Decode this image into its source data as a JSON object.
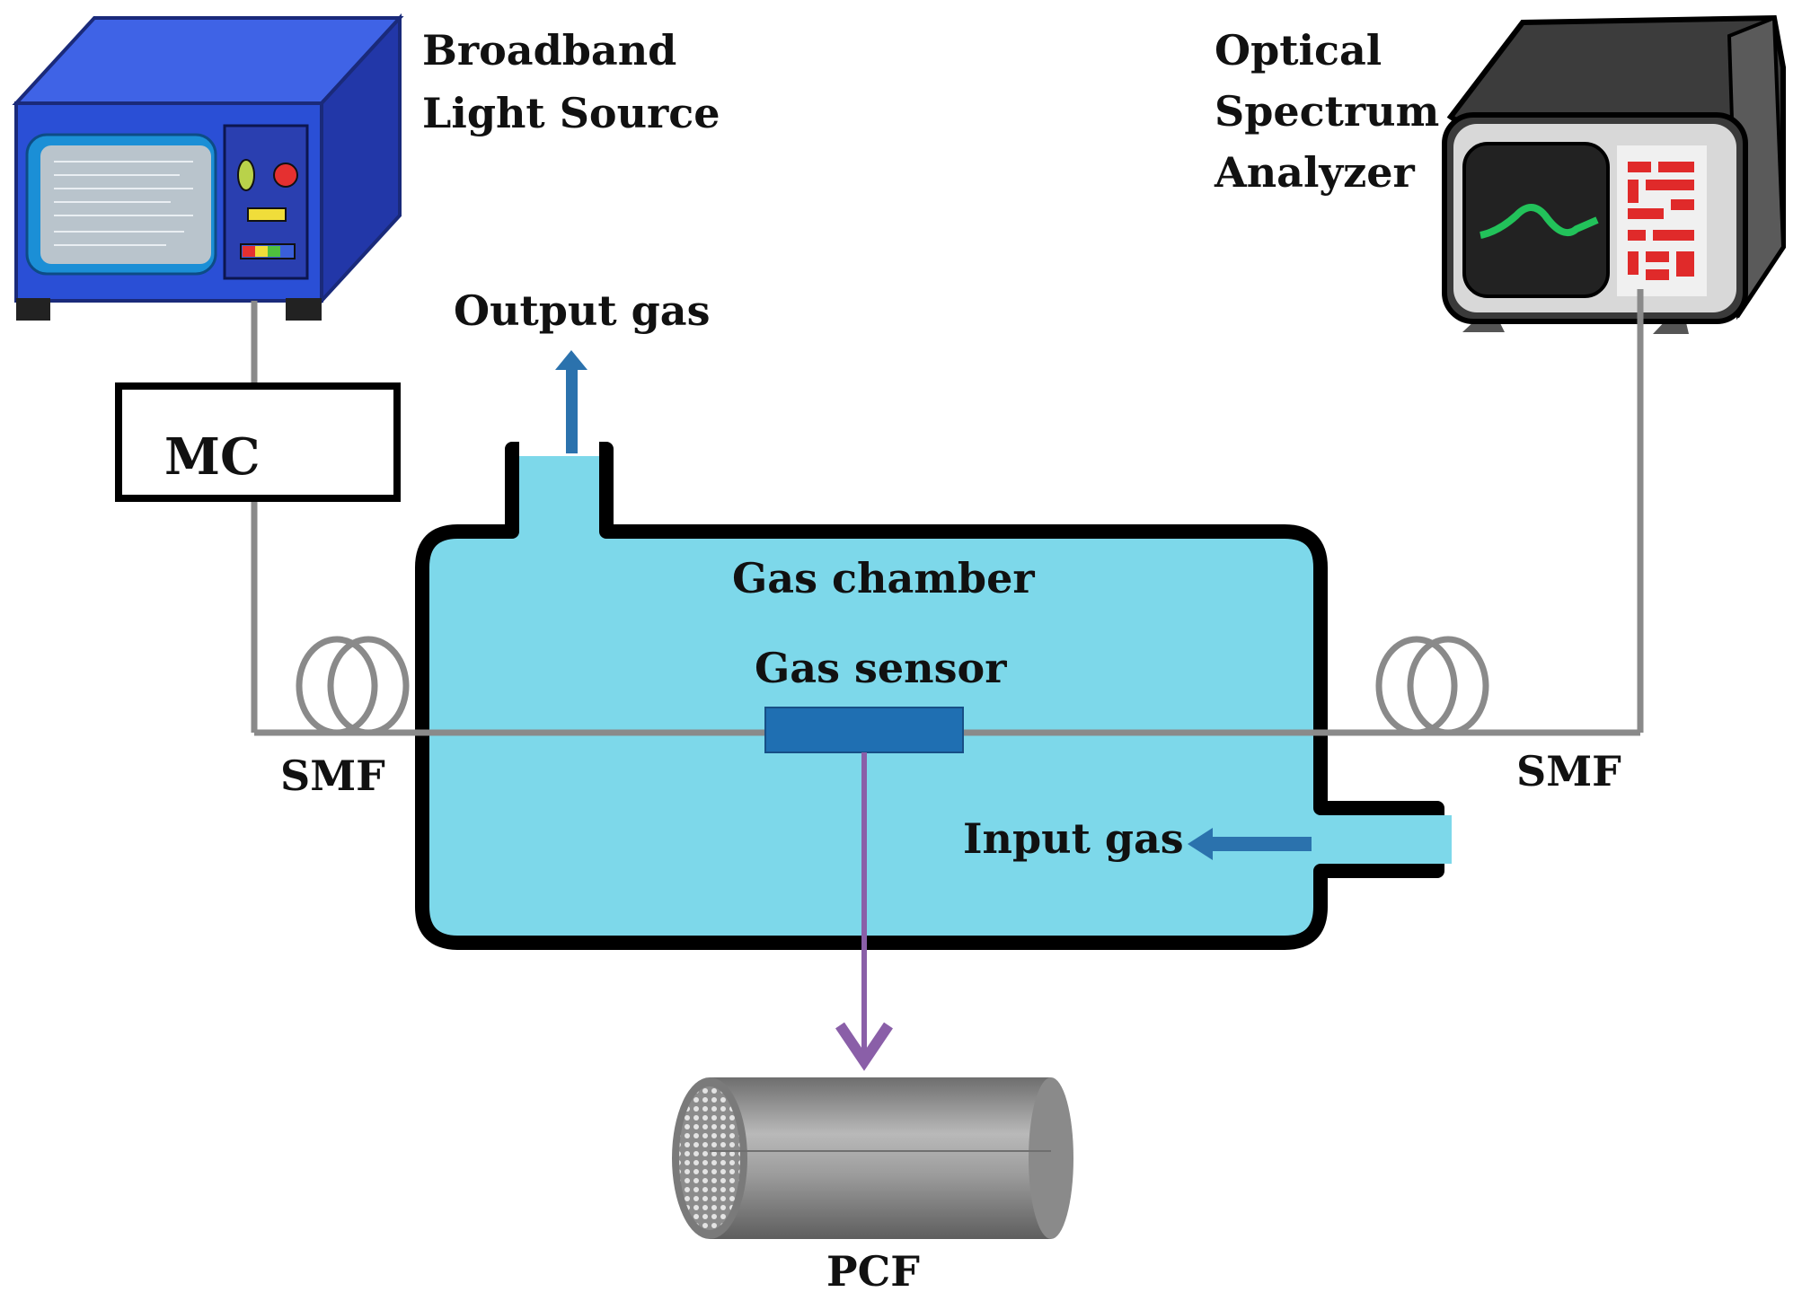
{
  "labels": {
    "light_source": [
      "Broadband",
      "Light Source"
    ],
    "osa": [
      "Optical",
      "Spectrum",
      "Analyzer"
    ],
    "output_gas": "Output  gas",
    "mc": "MC",
    "gas_chamber": "Gas chamber",
    "gas_sensor": "Gas sensor",
    "smf_left": "SMF",
    "smf_right": "SMF",
    "input_gas": "Input gas",
    "pcf": "PCF"
  },
  "colors": {
    "chamber_fill": "#7dd8ea",
    "chamber_border": "#000000",
    "fiber": "#8a8a8a",
    "sensor": "#1f6fb2",
    "arrow_blue": "#2b72ad",
    "arrow_purple": "#8a5fa8",
    "source_body": "#2a4fd6",
    "source_panel": "#1b8fd6",
    "osa_body": "#cfcfcf",
    "osa_screen": "#222222",
    "osa_trace": "#22c25a",
    "osa_keys": "#e02a2a",
    "pcf_body": "#9a9a9a"
  },
  "icons": {
    "light_source": "broadband-light-source-device-icon",
    "osa": "optical-spectrum-analyzer-device-icon",
    "pcf": "photonic-crystal-fiber-icon"
  }
}
